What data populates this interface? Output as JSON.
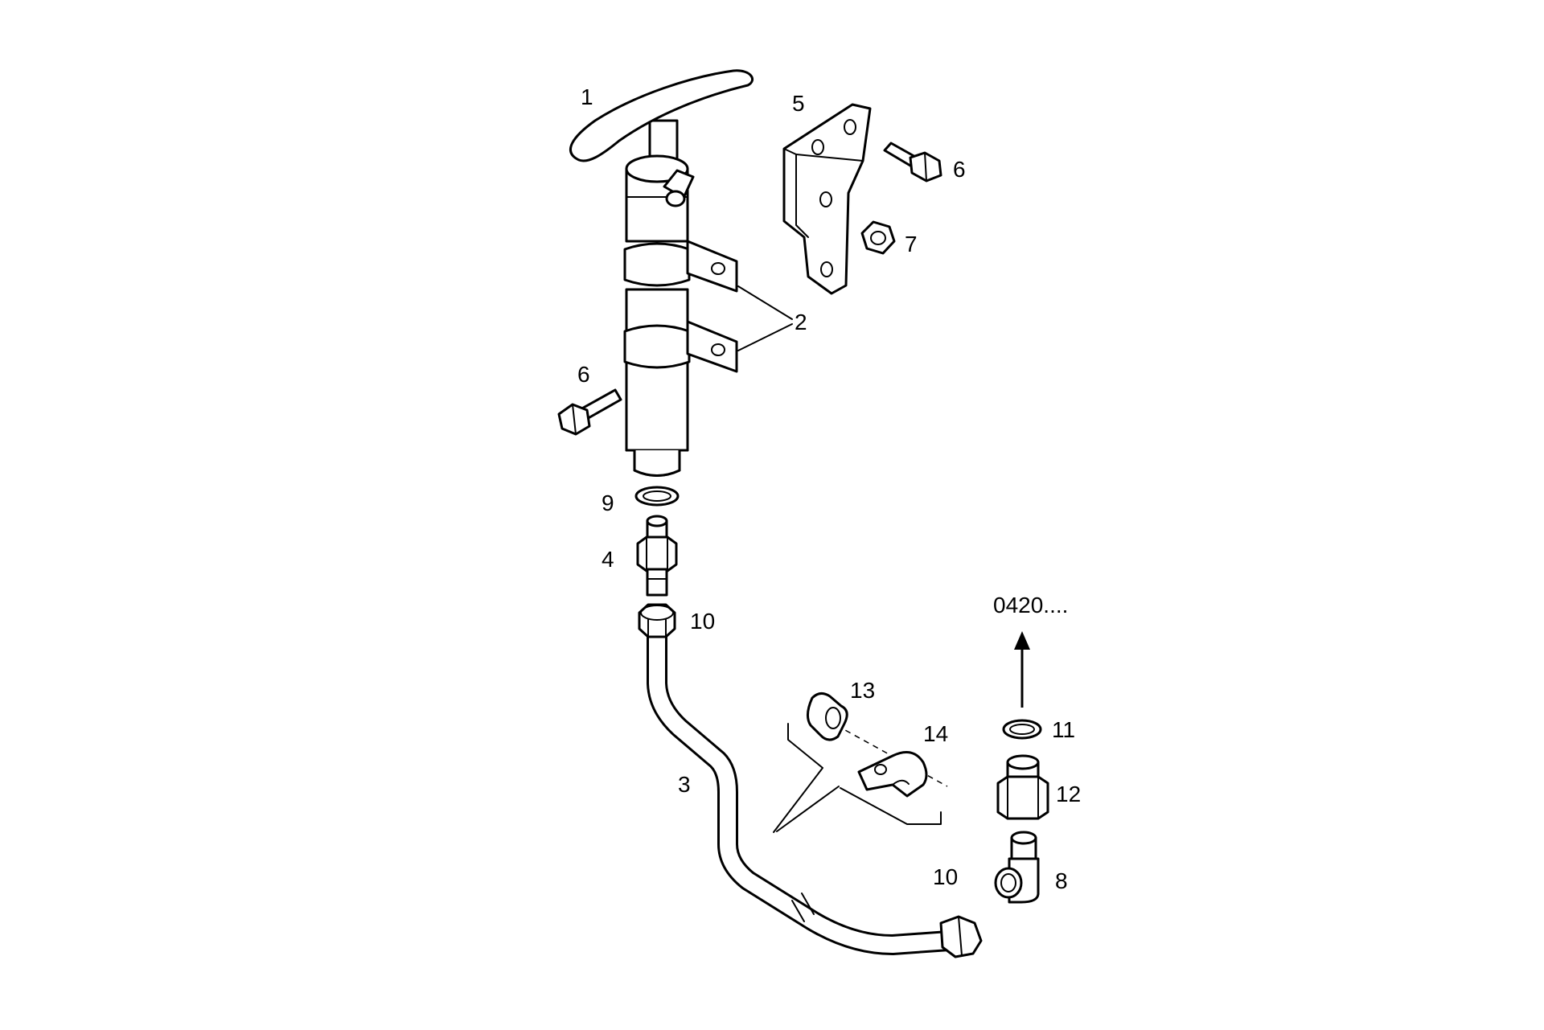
{
  "diagram": {
    "labels": {
      "handle": "1",
      "mount_clamps": "2",
      "pipe": "3",
      "adapter": "4",
      "bracket": "5",
      "bolt_top": "6",
      "bolt_left": "6",
      "nut": "7",
      "elbow": "8",
      "washer_top": "9",
      "union_nut_top": "10",
      "union_nut_bottom": "10",
      "seal_ring": "11",
      "reducer": "12",
      "grommet": "13",
      "clip": "14",
      "reference": "0420...."
    }
  }
}
